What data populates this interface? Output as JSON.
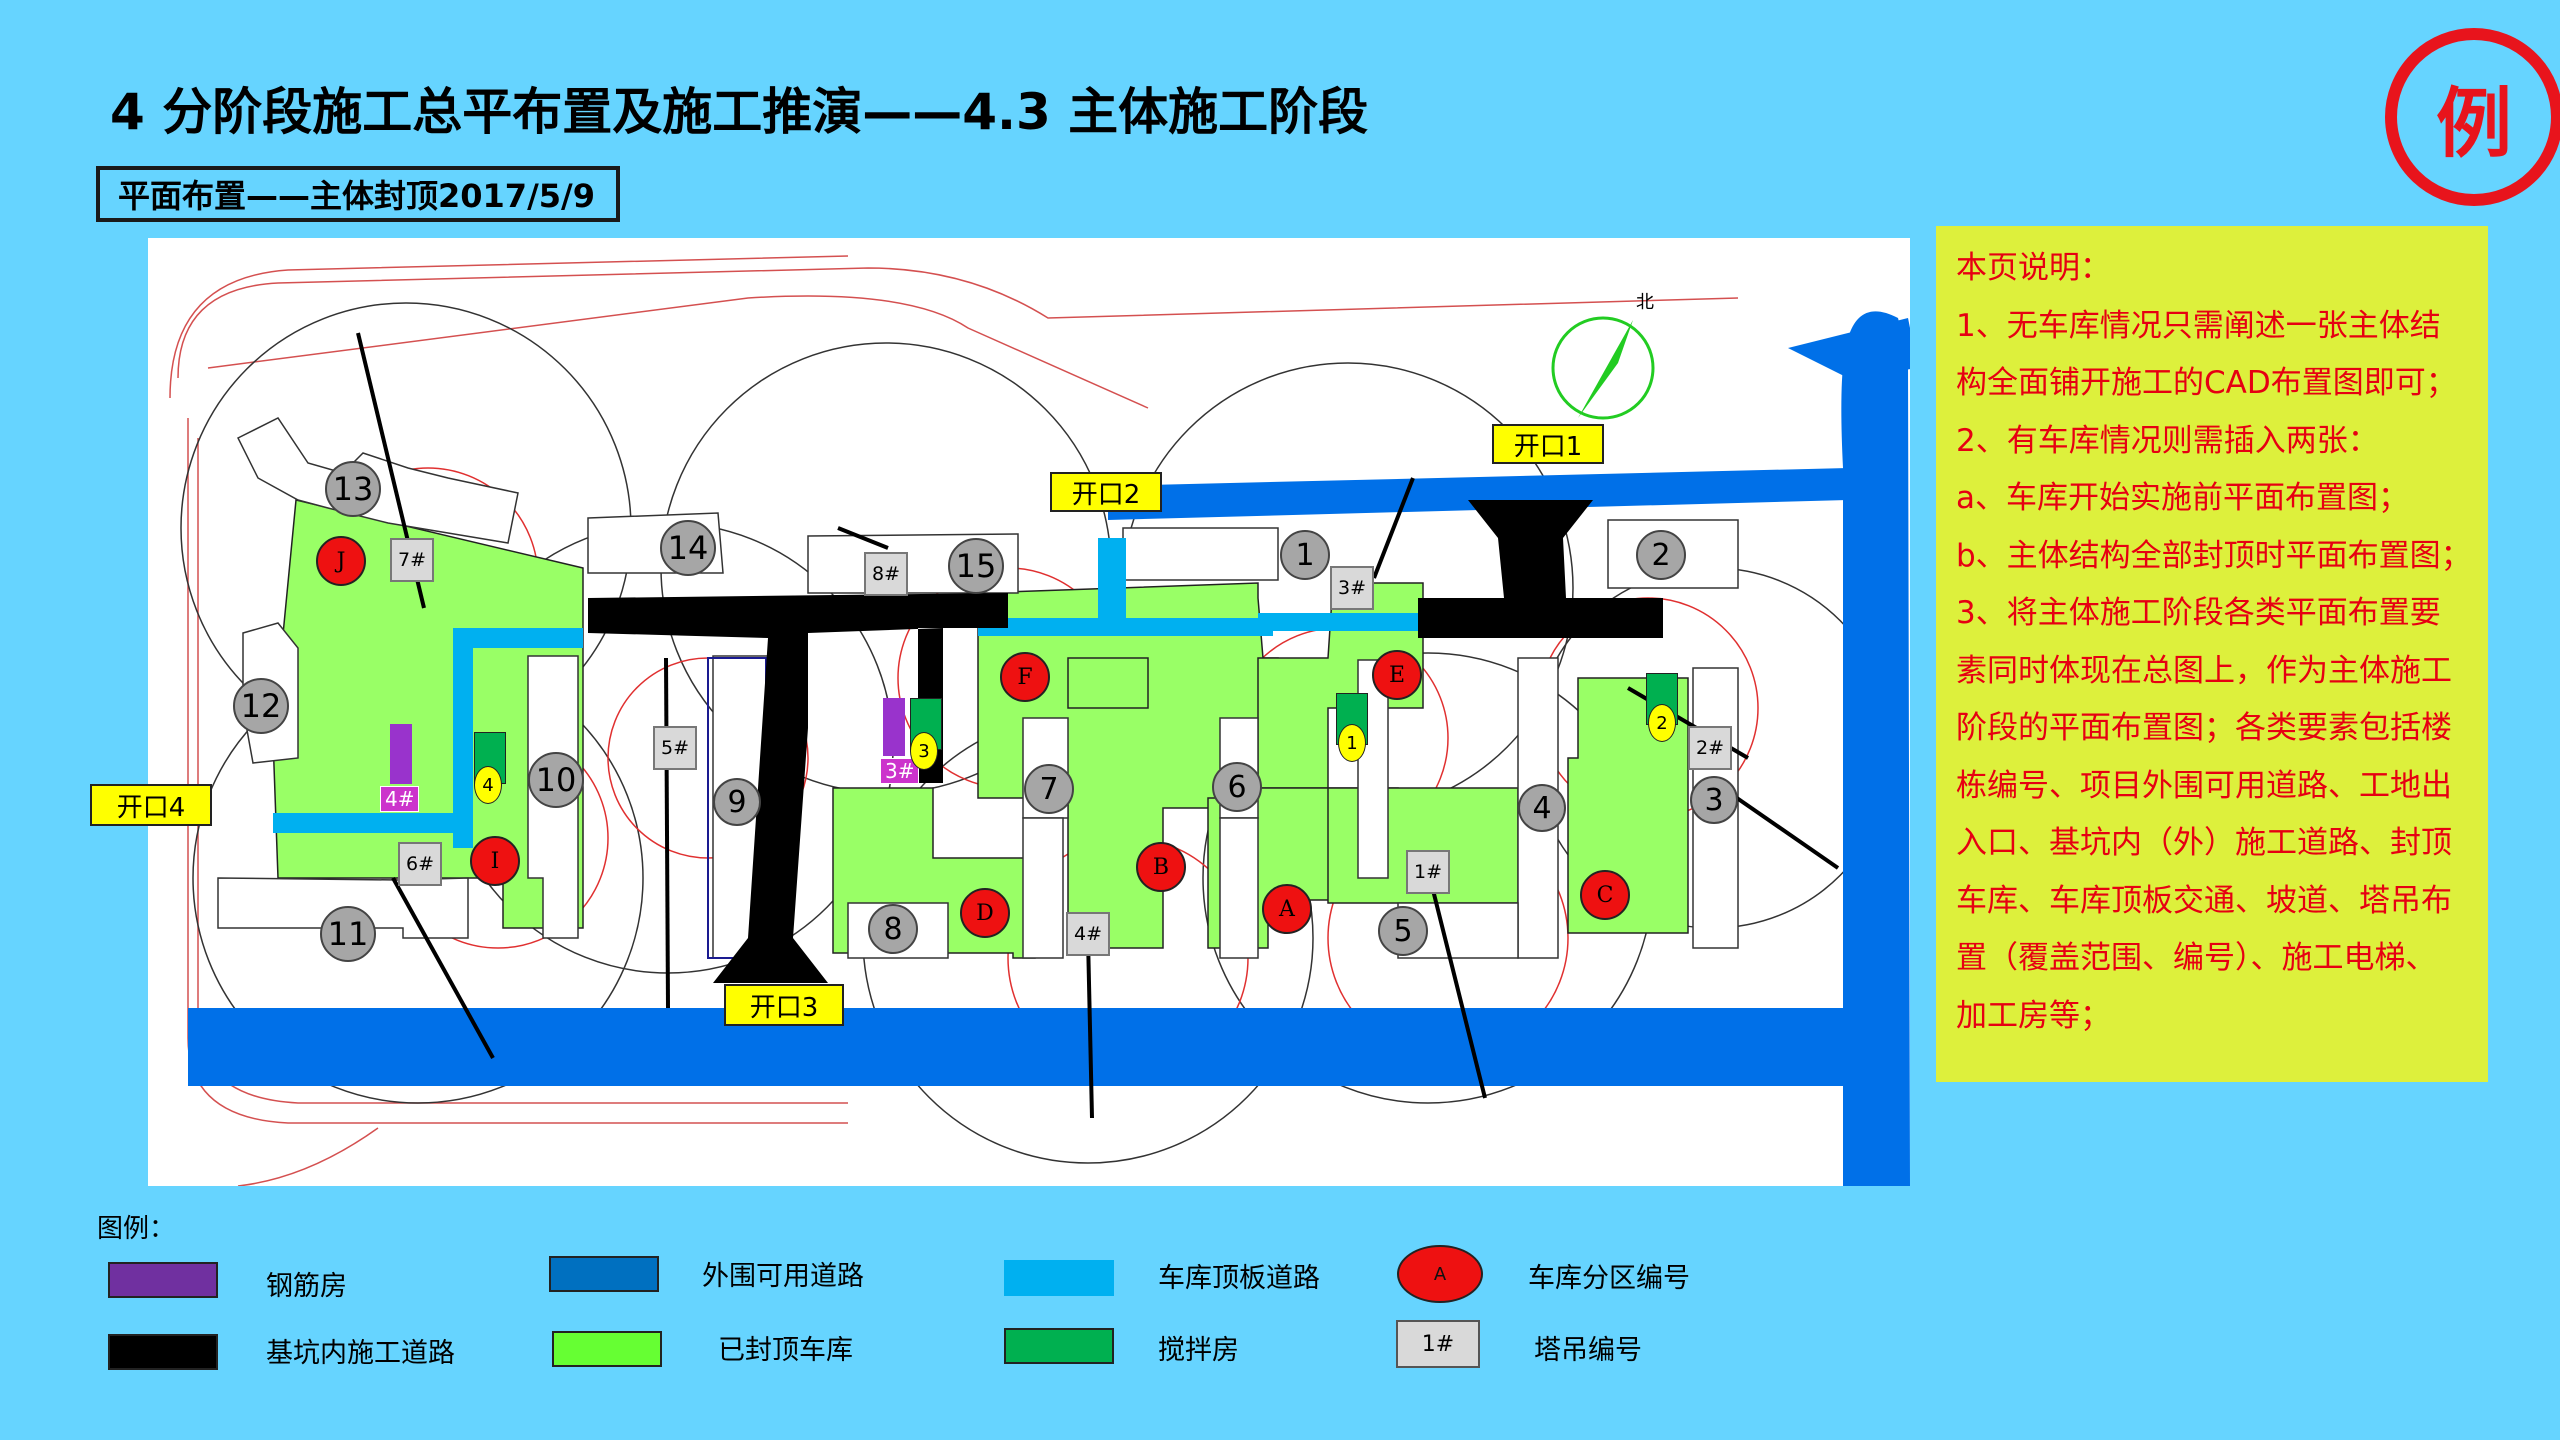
{
  "title": "4 分阶段施工总平布置及施工推演——4.3 主体施工阶段",
  "badge": "例",
  "subtitle": "平面布置——主体封顶2017/5/9",
  "compass": "北",
  "openings": [
    "开口1",
    "开口2",
    "开口3",
    "开口4"
  ],
  "buildings": [
    "1",
    "2",
    "3",
    "4",
    "5",
    "6",
    "7",
    "8",
    "9",
    "10",
    "11",
    "12",
    "13",
    "14",
    "15"
  ],
  "zones": [
    "A",
    "B",
    "C",
    "D",
    "E",
    "F",
    "I",
    "J"
  ],
  "cranes": [
    "1#",
    "2#",
    "3#",
    "4#",
    "5#",
    "6#",
    "7#",
    "8#"
  ],
  "rebar_sheds": [
    "3#",
    "4#"
  ],
  "mixers": [
    "1",
    "2",
    "3",
    "4"
  ],
  "notes": {
    "heading": "本页说明：",
    "lines": [
      "1、无车库情况只需阐述一张主体结",
      "构全面铺开施工的CAD布置图即可；",
      "2、有车库情况则需插入两张：",
      "a、车库开始实施前平面布置图；",
      "b、主体结构全部封顶时平面布置图；",
      "3、将主体施工阶段各类平面布置要",
      "素同时体现在总图上，作为主体施工",
      "阶段的平面布置图；各类要素包括楼",
      "栋编号、项目外围可用道路、工地出",
      "入口、基坑内（外）施工道路、封顶",
      "车库、车库顶板交通、坡道、塔吊布",
      "置（覆盖范围、编号）、施工电梯、",
      "加工房等；"
    ]
  },
  "legend": {
    "title": "图例：",
    "items": [
      {
        "label": "钢筋房",
        "color": "#7030a0"
      },
      {
        "label": "基坑内施工道路",
        "color": "#000000"
      },
      {
        "label": "外围可用道路",
        "color": "#0070c0"
      },
      {
        "label": "已封顶车库",
        "color": "#66ff33"
      },
      {
        "label": "车库顶板道路",
        "color": "#00b0f0"
      },
      {
        "label": "搅拌房",
        "color": "#00b050"
      },
      {
        "label": "车库分区编号",
        "sample": "A"
      },
      {
        "label": "塔吊编号",
        "sample": "1#"
      }
    ]
  },
  "colors": {
    "background": "#66d4ff",
    "garage": "#99ff66",
    "outer_road": "#0070e8",
    "deck_road": "#00b0f0",
    "site_road": "#000000",
    "rebar": "#9933cc",
    "mixer": "#00b050",
    "zone": "#ee1111",
    "notes_bg": "#ddf03c",
    "notes_text": "#e60012"
  }
}
